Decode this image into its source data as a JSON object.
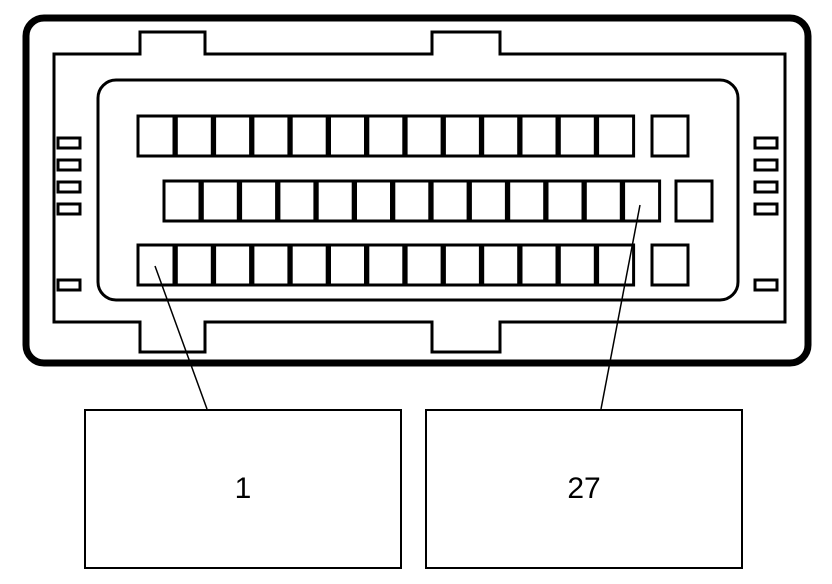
{
  "diagram": {
    "type": "connector-pinout",
    "rows": [
      {
        "name": "top",
        "pins": 13,
        "extra_pin": true
      },
      {
        "name": "middle",
        "pins": 13,
        "extra_pin": true
      },
      {
        "name": "bottom",
        "pins": 13,
        "extra_pin": true
      }
    ],
    "callouts": [
      {
        "label": "1",
        "pin_row": "bottom",
        "pin_index": 0
      },
      {
        "label": "27",
        "pin_row": "middle",
        "pin_index": 12
      }
    ]
  }
}
